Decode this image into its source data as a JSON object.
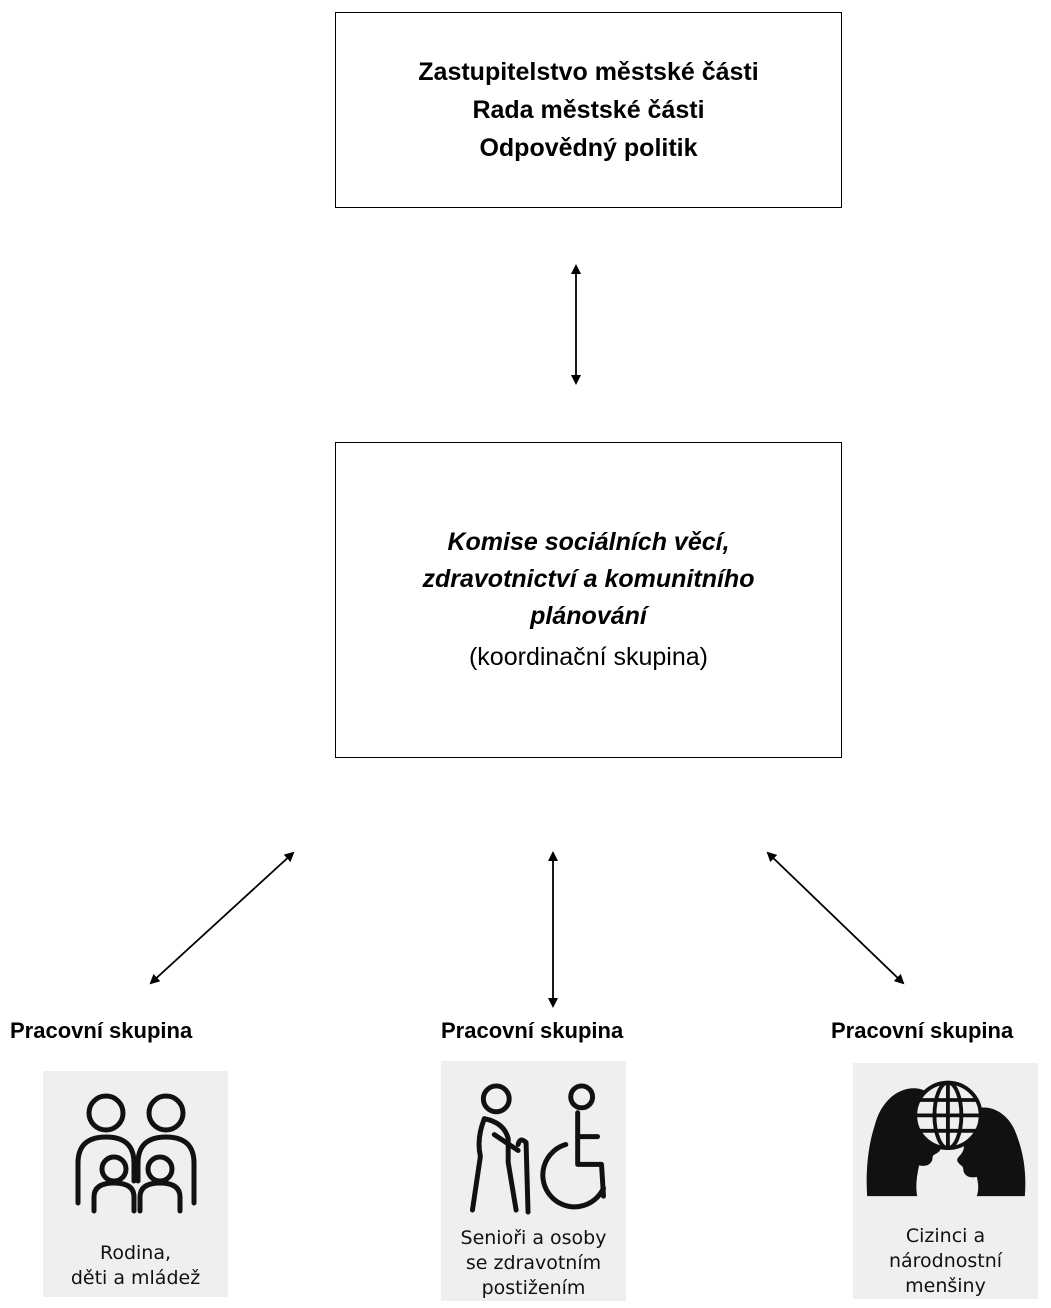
{
  "top_box": {
    "lines": [
      "Zastupitelstvo městské části",
      "Rada městské části",
      "Odpovědný politik"
    ]
  },
  "middle_box": {
    "title_lines": [
      "Komise sociálních věcí,",
      "zdravotnictví a komunitního",
      "plánování"
    ],
    "subtitle": "(koordinační skupina)"
  },
  "working_groups": [
    {
      "title": "Pracovní skupina",
      "caption_lines": [
        "Rodina,",
        "děti a mládež"
      ],
      "icon": "family-icon"
    },
    {
      "title": "Pracovní skupina",
      "caption_lines": [
        "Senioři a osoby",
        "se zdravotním",
        "postižením"
      ],
      "icon": "senior-wheelchair-icon"
    },
    {
      "title": "Pracovní skupina",
      "caption_lines": [
        "Cizinci a",
        "národnostní",
        "menšiny"
      ],
      "icon": "globe-people-icon"
    }
  ]
}
